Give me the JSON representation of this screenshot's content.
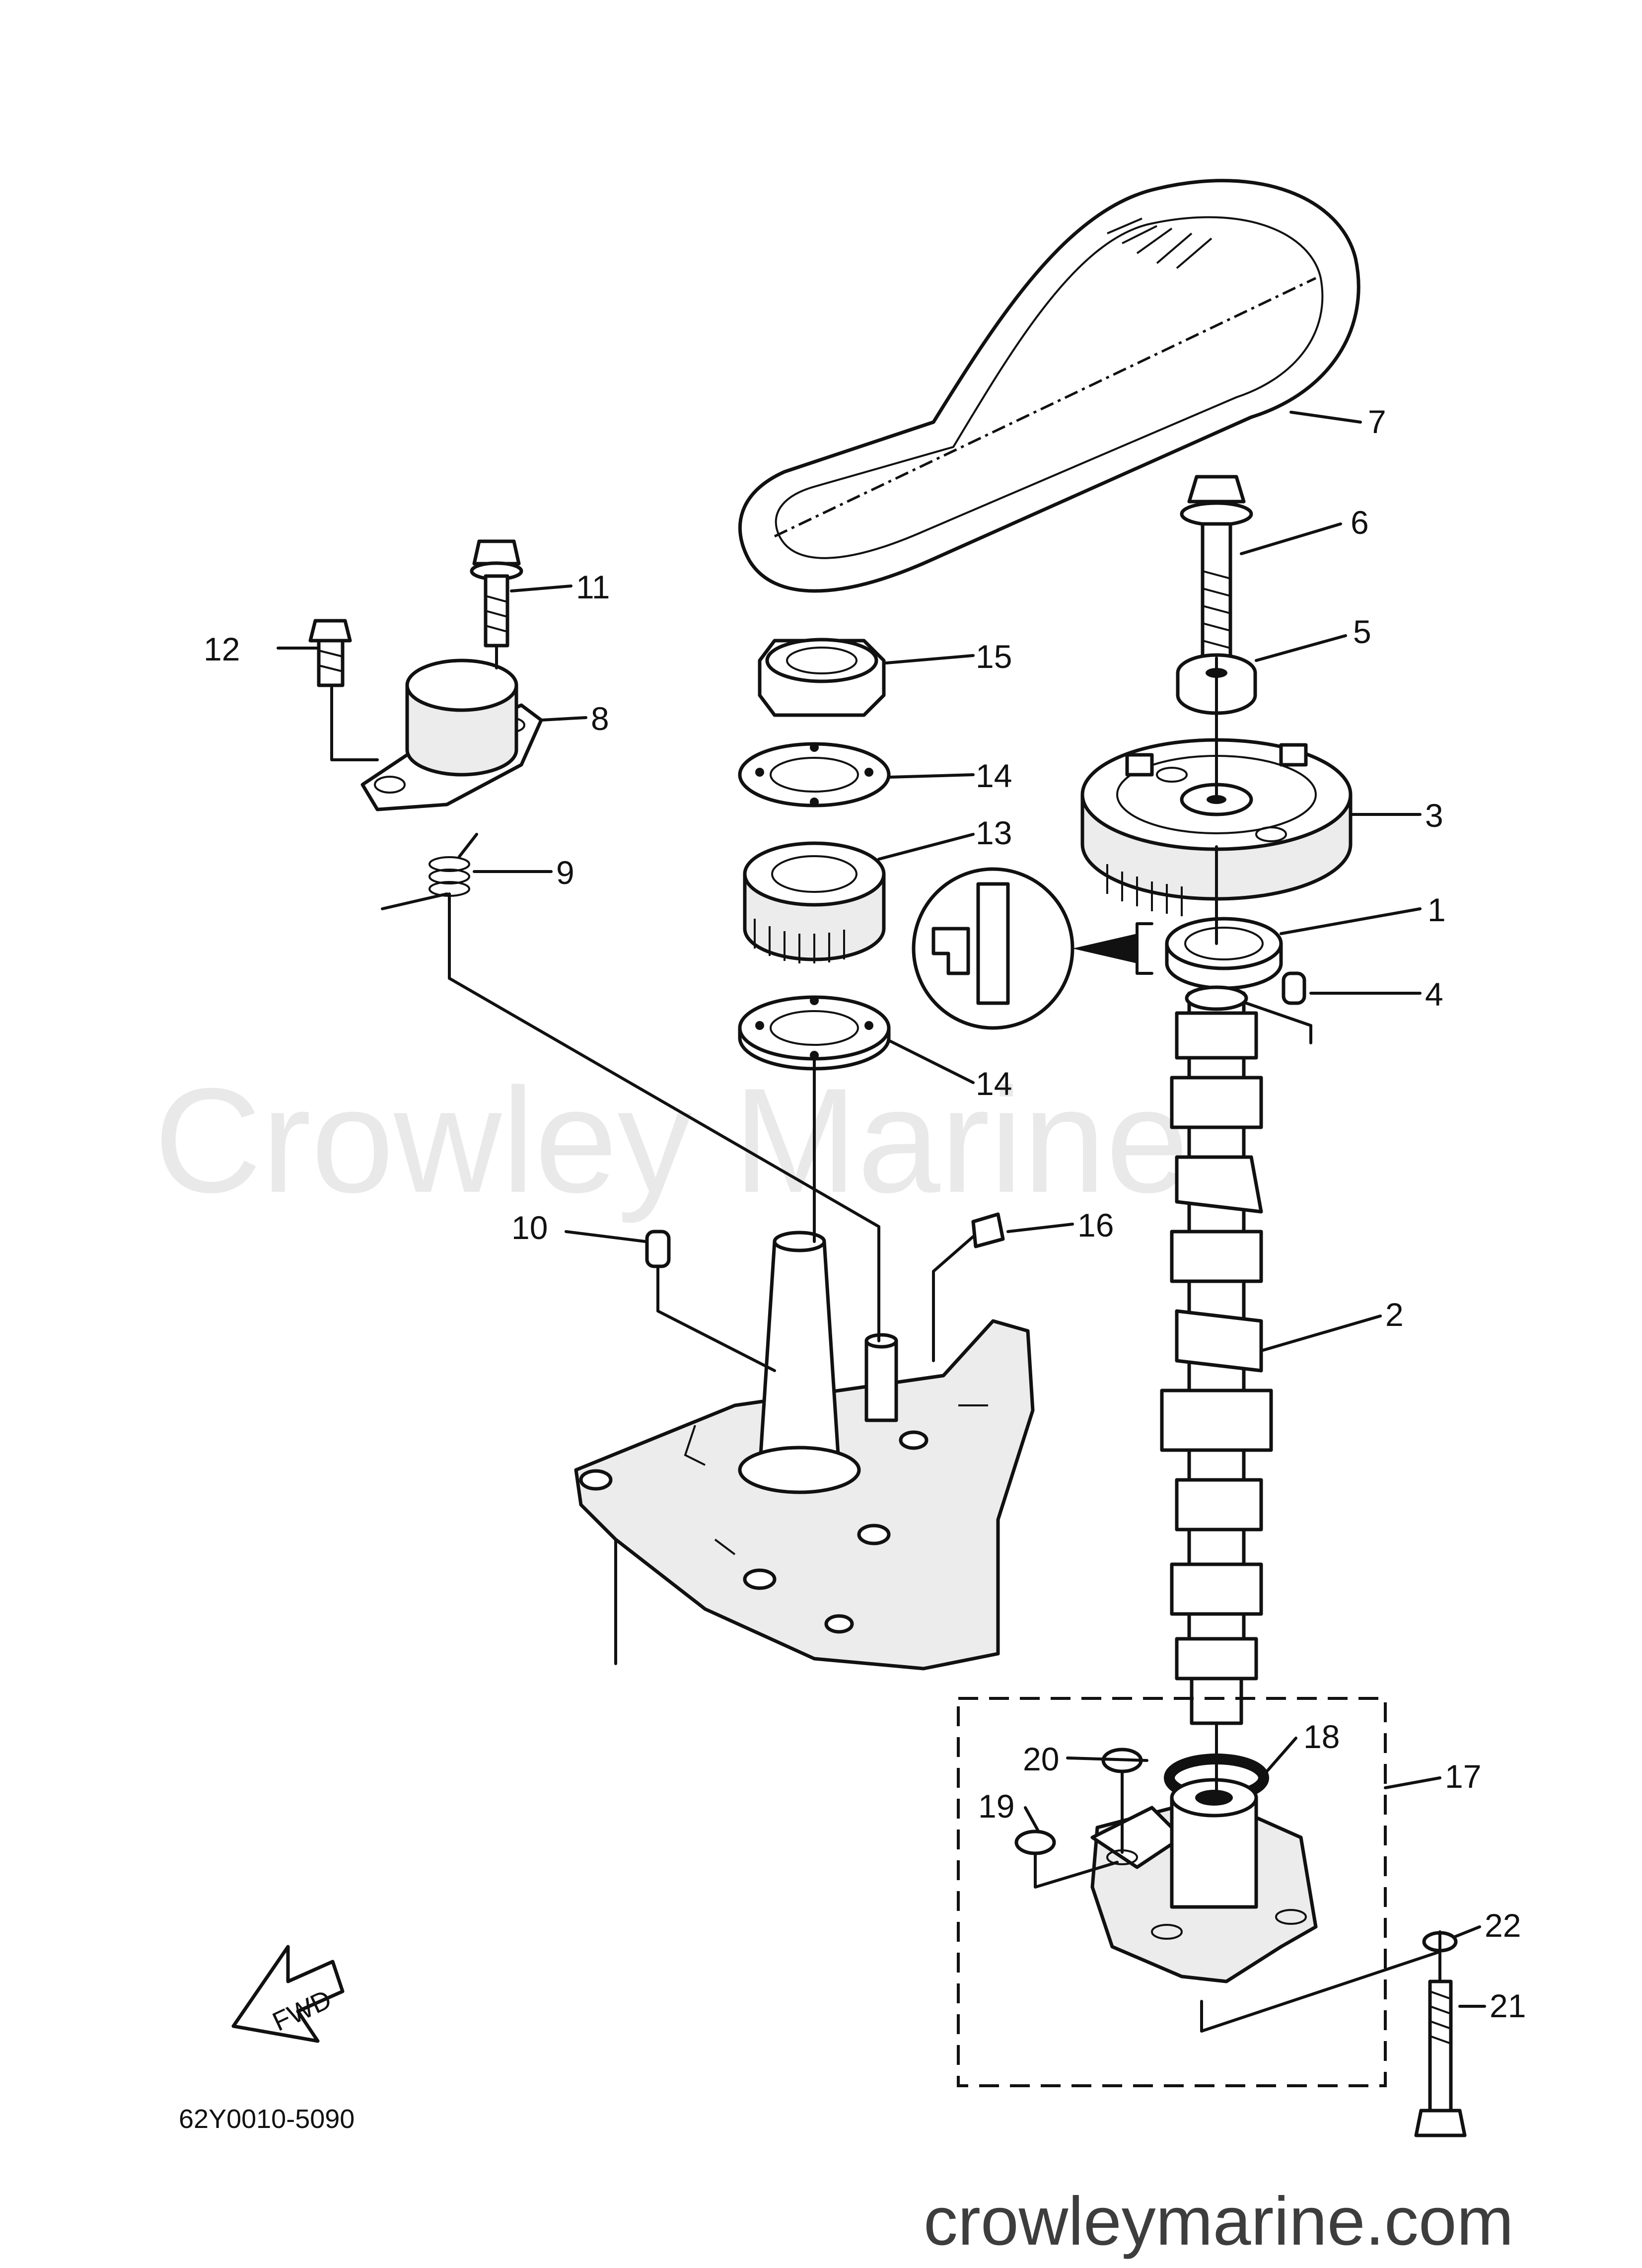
{
  "watermark": "Crowley Marine",
  "website": "crowleymarine.com",
  "diagram_code": "62Y0010-5090",
  "fwd_label": "FWD",
  "callouts": {
    "c1": "1",
    "c2": "2",
    "c3": "3",
    "c4": "4",
    "c5": "5",
    "c6": "6",
    "c7": "7",
    "c8": "8",
    "c9": "9",
    "c10": "10",
    "c11": "11",
    "c12": "12",
    "c13": "13",
    "c14a": "14",
    "c14b": "14",
    "c15": "15",
    "c16": "16",
    "c17": "17",
    "c18": "18",
    "c19": "19",
    "c20": "20",
    "c21": "21",
    "c22": "22"
  }
}
